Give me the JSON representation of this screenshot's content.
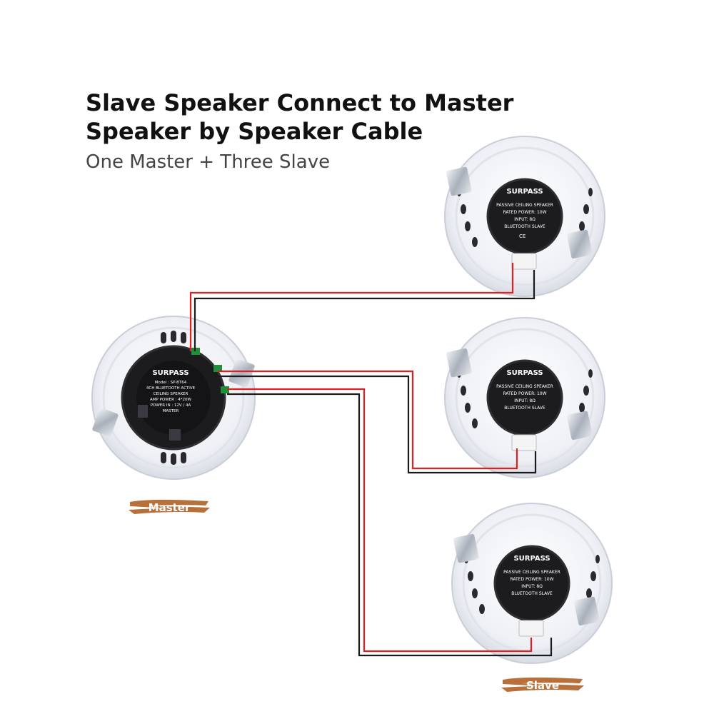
{
  "heading": {
    "line1": "Slave Speaker Connect to Master",
    "line2": "Speaker by Speaker Cable",
    "subtitle": "One Master + Three Slave"
  },
  "master": {
    "brand": "SURPASS",
    "label_lines": [
      "Model : SP-BT64",
      "4CH BLUETOOTH ACTIVE",
      "CEILING SPEAKER",
      "AMP POWER : 4*20W",
      "POWER IN : 12V / 4A",
      "MASTER"
    ],
    "tag": "Master"
  },
  "slave": {
    "brand": "SURPASS",
    "label_lines": [
      "PASSIVE CEILING SPEAKER",
      "RATED POWER: 10W",
      "INPUT: 8Ω",
      "BLUETOOTH SLAVE"
    ],
    "cert": "CE",
    "tag": "Slave"
  },
  "colors": {
    "wire_positive": "#e02020",
    "wire_negative": "#1a1a1a",
    "tag_brush": "#b8703a",
    "speaker_body": "#eef0f5",
    "label_disc": "#1c1c1e"
  }
}
